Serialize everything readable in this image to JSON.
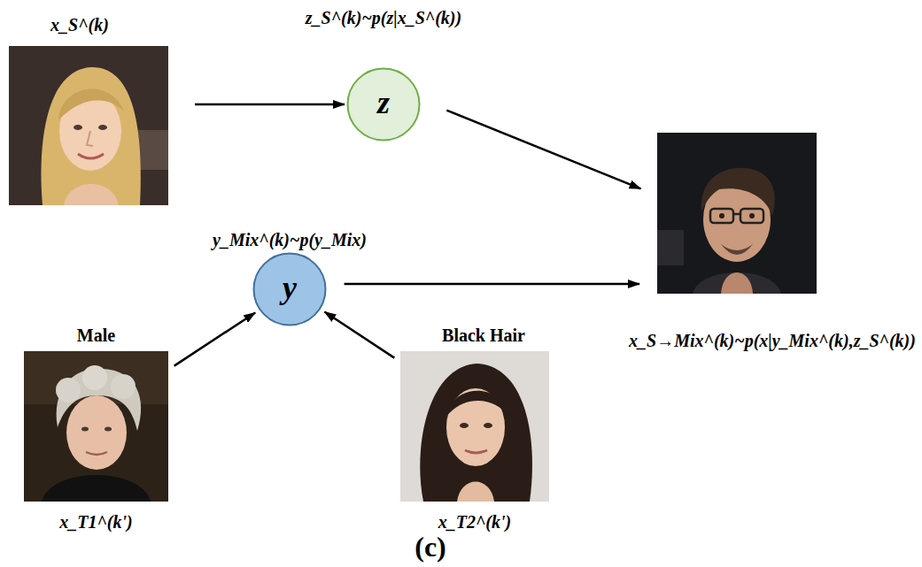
{
  "diagram": {
    "caption": "(c)",
    "nodes": [
      {
        "text": [
          "x_S^(k)"
        ]
      },
      {
        "text": [
          "z_S^(k)~p(z|x_S^(k))",
          "z"
        ]
      },
      {
        "text": [
          "x_S→Mix^(k)~p(x|y_Mix^(k),z_S^(k))"
        ]
      },
      {
        "text": [
          "y_Mix^(k)~p(y_Mix)",
          "y"
        ]
      },
      {
        "text": [
          "Male",
          "x_T1^(k')"
        ]
      },
      {
        "text": [
          "Black Hair",
          "x_T2^(k')"
        ]
      }
    ],
    "edges": [
      {
        "from": 0,
        "to": 1,
        "arrow": "to"
      },
      {
        "from": 1,
        "to": 2,
        "arrow": "to"
      },
      {
        "from": 3,
        "to": 2,
        "arrow": "to"
      },
      {
        "from": 4,
        "to": 3,
        "arrow": "to"
      },
      {
        "from": 5,
        "to": 3,
        "arrow": "to"
      }
    ]
  }
}
